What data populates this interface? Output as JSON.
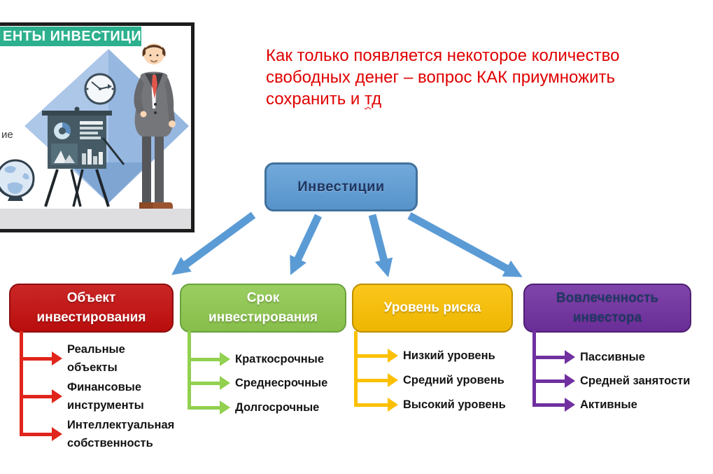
{
  "picture": {
    "header_text": "ЕНТЫ ИНВЕСТИЦИЙ",
    "partial_left_text": "ие",
    "header_color": "#2cb08d",
    "frame_color": "#1d1d1d"
  },
  "note": {
    "line1": "Как только появляется некоторое количество",
    "line2": "свободных денег – вопрос КАК приумножить",
    "line3_prefix": "сохранить и ",
    "line3_underlined": "тд",
    "color": "#e00000"
  },
  "diagram": {
    "root": {
      "label": "Инвестиции",
      "fill": "#5b9bd5",
      "border": "#41719c",
      "text_color": "#1f3864"
    },
    "arrow_color": "#5b9bd5",
    "item_text_color": "#141414",
    "branches": [
      {
        "title": "Объект инвестирования",
        "fill": "#c40e0e",
        "border": "#8e0e0e",
        "title_color": "#ffffff",
        "connector_color": "#e0251b",
        "items": [
          "Реальные объекты",
          "Финансовые инструменты",
          "Интеллектуальная собственность"
        ]
      },
      {
        "title": "Срок инвестирования",
        "fill": "#8fc84f",
        "border": "#69a23e",
        "title_color": "#ffffff",
        "connector_color": "#92d050",
        "items": [
          "Краткосрочные",
          "Среднесрочные",
          "Долгосрочные"
        ]
      },
      {
        "title": "Уровень риска",
        "fill": "#fbc002",
        "border": "#bc8e00",
        "title_color": "#ffffff",
        "connector_color": "#fbc002",
        "items": [
          "Низкий уровень",
          "Средний уровень",
          "Высокий уровень"
        ]
      },
      {
        "title": "Вовлеченность инвестора",
        "fill": "#7030a0",
        "border": "#4f1f73",
        "title_color": "#1f3864",
        "connector_color": "#7030a0",
        "items": [
          "Пассивные",
          "Средней занятости",
          "Активные"
        ]
      }
    ]
  }
}
